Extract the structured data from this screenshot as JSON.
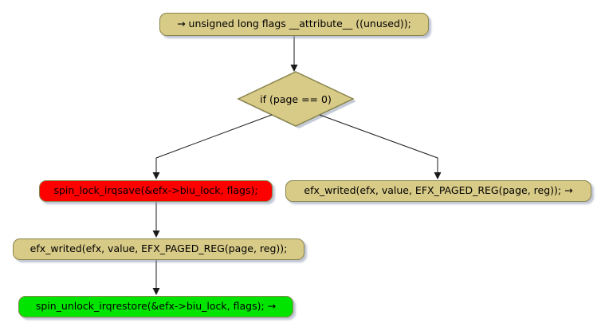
{
  "diagram": {
    "type": "flowchart",
    "background": "#FFFFFF",
    "colors": {
      "node_fill_khaki": "#D8CA87",
      "node_fill_red": "#FF0000",
      "node_fill_green": "#00E400",
      "node_border": "#89854E",
      "edge_color": "#1A1A1A",
      "shadow": "#9FA8BC",
      "text": "#000000"
    },
    "nodes": [
      {
        "id": "declare-flags",
        "shape": "rounded-rect",
        "color": "khaki",
        "label": "→ unsigned long flags __attribute__ ((unused));"
      },
      {
        "id": "page-check",
        "shape": "diamond",
        "color": "khaki",
        "label": "if (page == 0)"
      },
      {
        "id": "spin-lock",
        "shape": "rounded-rect",
        "color": "red",
        "label": "spin_lock_irqsave(&efx->biu_lock, flags);"
      },
      {
        "id": "write-paged-reg",
        "shape": "rounded-rect",
        "color": "khaki",
        "label": "efx_writed(efx, value, EFX_PAGED_REG(page, reg)); →"
      },
      {
        "id": "write-reg",
        "shape": "rounded-rect",
        "color": "khaki",
        "label": "efx_writed(efx, value, EFX_PAGED_REG(page, reg));"
      },
      {
        "id": "spin-unlock",
        "shape": "rounded-rect",
        "color": "green",
        "label": "spin_unlock_irqrestore(&efx->biu_lock, flags); →"
      }
    ],
    "edges": [
      {
        "from": "declare-flags",
        "to": "page-check"
      },
      {
        "from": "page-check",
        "to": "spin-lock"
      },
      {
        "from": "page-check",
        "to": "write-paged-reg"
      },
      {
        "from": "spin-lock",
        "to": "write-reg"
      },
      {
        "from": "write-reg",
        "to": "spin-unlock"
      }
    ]
  }
}
